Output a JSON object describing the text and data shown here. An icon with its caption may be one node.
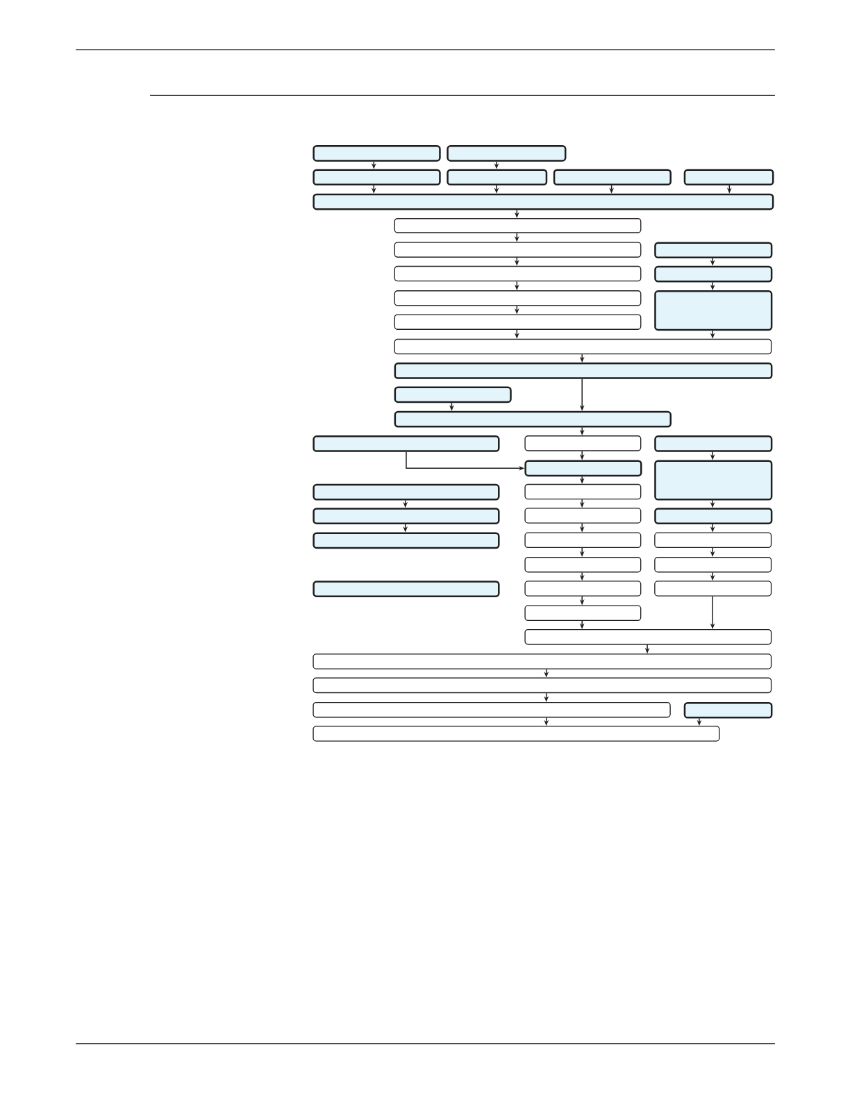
{
  "diagram": {
    "nodes": [
      {
        "text": [],
        "shape": "box"
      },
      {
        "text": [],
        "shape": "box"
      },
      {
        "text": [],
        "shape": "box"
      },
      {
        "text": [],
        "shape": "box"
      },
      {
        "text": [],
        "shape": "box"
      },
      {
        "text": [],
        "shape": "box"
      },
      {
        "text": [],
        "shape": "box"
      },
      {
        "text": [],
        "shape": "box"
      },
      {
        "text": [],
        "shape": "box"
      },
      {
        "text": [],
        "shape": "box"
      },
      {
        "text": [],
        "shape": "box"
      },
      {
        "text": [],
        "shape": "box"
      },
      {
        "text": [],
        "shape": "box"
      },
      {
        "text": [],
        "shape": "box"
      },
      {
        "text": [],
        "shape": "box"
      },
      {
        "text": [],
        "shape": "box"
      },
      {
        "text": [],
        "shape": "box"
      },
      {
        "text": [],
        "shape": "box"
      },
      {
        "text": [],
        "shape": "box"
      },
      {
        "text": [],
        "shape": "box"
      },
      {
        "text": [],
        "shape": "box"
      },
      {
        "text": [],
        "shape": "box"
      },
      {
        "text": [],
        "shape": "box"
      },
      {
        "text": [],
        "shape": "box"
      },
      {
        "text": [],
        "shape": "box"
      },
      {
        "text": [],
        "shape": "box"
      },
      {
        "text": [],
        "shape": "box"
      },
      {
        "text": [],
        "shape": "box"
      },
      {
        "text": [],
        "shape": "box"
      },
      {
        "text": [],
        "shape": "box"
      },
      {
        "text": [],
        "shape": "box"
      },
      {
        "text": [],
        "shape": "box"
      },
      {
        "text": [],
        "shape": "box"
      },
      {
        "text": [],
        "shape": "box"
      },
      {
        "text": [],
        "shape": "box"
      },
      {
        "text": [],
        "shape": "box"
      },
      {
        "text": [],
        "shape": "box"
      },
      {
        "text": [],
        "shape": "box"
      },
      {
        "text": [],
        "shape": "box"
      },
      {
        "text": [],
        "shape": "box"
      },
      {
        "text": [],
        "shape": "box"
      },
      {
        "text": [],
        "shape": "box"
      },
      {
        "text": [],
        "shape": "box"
      },
      {
        "text": [],
        "shape": "box"
      }
    ],
    "edges": [
      {
        "from": 0,
        "to": 2,
        "arrow": "to"
      },
      {
        "from": 1,
        "to": 3,
        "arrow": "to"
      },
      {
        "from": 2,
        "to": 6,
        "arrow": "to"
      },
      {
        "from": 3,
        "to": 6,
        "arrow": "to"
      },
      {
        "from": 4,
        "to": 6,
        "arrow": "to"
      },
      {
        "from": 5,
        "to": 6,
        "arrow": "to"
      },
      {
        "from": 6,
        "to": 7,
        "arrow": "to"
      },
      {
        "from": 7,
        "to": 8,
        "arrow": "to"
      },
      {
        "from": 8,
        "to": 10,
        "arrow": "to"
      },
      {
        "from": 10,
        "to": 12,
        "arrow": "to"
      },
      {
        "from": 12,
        "to": 14,
        "arrow": "to"
      },
      {
        "from": 14,
        "to": 15,
        "arrow": "to"
      },
      {
        "from": 9,
        "to": 11,
        "arrow": "to"
      },
      {
        "from": 11,
        "to": 13,
        "arrow": "to"
      },
      {
        "from": 13,
        "to": 15,
        "arrow": "to"
      },
      {
        "from": 15,
        "to": 16,
        "arrow": "to"
      },
      {
        "from": 16,
        "to": 18,
        "arrow": "to"
      },
      {
        "from": 17,
        "to": 18,
        "arrow": "to"
      },
      {
        "from": 18,
        "to": 20,
        "arrow": "to"
      },
      {
        "from": 19,
        "to": 22,
        "arrow": "to"
      },
      {
        "from": 20,
        "to": 22,
        "arrow": "to"
      },
      {
        "from": 22,
        "to": 25,
        "arrow": "to"
      },
      {
        "from": 25,
        "to": 27,
        "arrow": "to"
      },
      {
        "from": 27,
        "to": 30,
        "arrow": "to"
      },
      {
        "from": 30,
        "to": 32,
        "arrow": "to"
      },
      {
        "from": 32,
        "to": 35,
        "arrow": "to"
      },
      {
        "from": 35,
        "to": 37,
        "arrow": "to"
      },
      {
        "from": 37,
        "to": 38,
        "arrow": "to"
      },
      {
        "from": 21,
        "to": 23,
        "arrow": "to"
      },
      {
        "from": 23,
        "to": 28,
        "arrow": "to"
      },
      {
        "from": 28,
        "to": 31,
        "arrow": "to"
      },
      {
        "from": 31,
        "to": 33,
        "arrow": "to"
      },
      {
        "from": 33,
        "to": 36,
        "arrow": "to"
      },
      {
        "from": 36,
        "to": 38,
        "arrow": "to"
      },
      {
        "from": 24,
        "to": 26,
        "arrow": "to"
      },
      {
        "from": 26,
        "to": 29,
        "arrow": "to"
      },
      {
        "from": 38,
        "to": 39,
        "arrow": "to"
      },
      {
        "from": 39,
        "to": 40,
        "arrow": "to"
      },
      {
        "from": 40,
        "to": 41,
        "arrow": "to"
      },
      {
        "from": 41,
        "to": 43,
        "arrow": "to"
      },
      {
        "from": 42,
        "to": 43,
        "arrow": "to"
      }
    ]
  }
}
